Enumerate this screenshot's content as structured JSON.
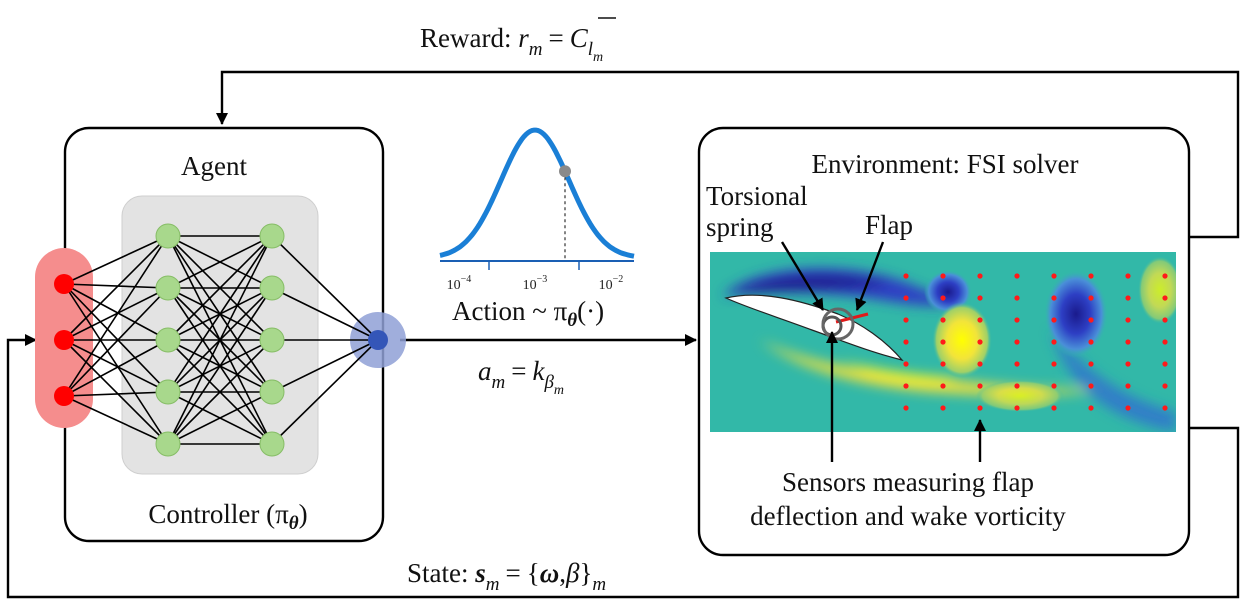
{
  "reward": {
    "prefix": "Reward: ",
    "r": "r",
    "r_sub": "m",
    "eq": "=",
    "c": "C",
    "c_sub": "l",
    "c_subsub": "m"
  },
  "agent": {
    "title": "Agent",
    "controller_prefix": "Controller (",
    "pi": "π",
    "theta": "θ",
    "controller_suffix": ")"
  },
  "action": {
    "prefix": "Action ~ ",
    "pi": "π",
    "theta": "θ",
    "arg": "(·)",
    "a": "a",
    "a_sub": "m",
    "eq": "=",
    "k": "k",
    "k_sub": "β",
    "k_subsub": "m",
    "ticks": [
      {
        "base": "10",
        "exp": "−4"
      },
      {
        "base": "10",
        "exp": "−3"
      },
      {
        "base": "10",
        "exp": "−2"
      }
    ]
  },
  "environment": {
    "title": "Environment: FSI solver",
    "torsional_line1": "Torsional",
    "torsional_line2": "spring",
    "flap": "Flap",
    "sensors_line1": "Sensors measuring flap",
    "sensors_line2": "deflection and wake vorticity"
  },
  "state": {
    "prefix": "State: ",
    "s": "s",
    "s_sub": "m",
    "eq": "=",
    "set_open": "{",
    "omega": "ω",
    "comma": ",",
    "beta": "β",
    "set_close": "}",
    "set_sub": "m"
  },
  "colors": {
    "input_layer": "#f58d8d",
    "input_node": "#ff0000",
    "hidden_bg": "#e3e3e3",
    "hidden_node": "#a8d88c",
    "output_halo": "#8fa0d6",
    "output_node": "#3456b8",
    "curve": "#1a7fd6",
    "sensor": "#ff1a1a",
    "field_bg": "#32b8a8"
  },
  "network": {
    "layers": [
      3,
      5,
      5,
      1
    ]
  }
}
